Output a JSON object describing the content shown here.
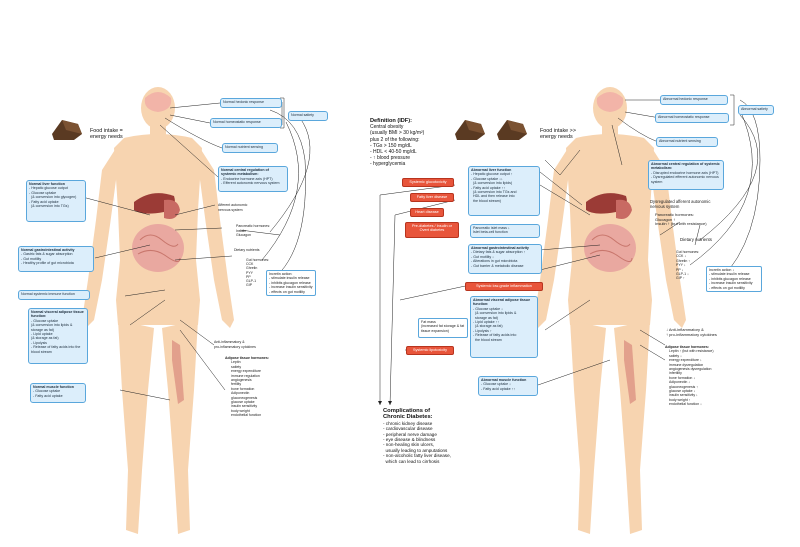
{
  "left": {
    "food_label": "Food intake =\nenergy needs",
    "hedonic": "Normal hedonic response",
    "homeostatic": "Normal homeostatic response",
    "satiety": "Normal satiety",
    "nutrient_sensing": "Normal nutrient sensing",
    "central_reg": {
      "title": "Normal central regulation of systemic metabolism:",
      "items": [
        "- Endocrine hormone axis (HPT)",
        "- Efferent autonomic nervous system"
      ]
    },
    "afferent": "Afferent autonomic\nnervous system",
    "liver": {
      "title": "Normal liver function",
      "items": [
        "- Hepatic glucose output",
        "- Glucose uptake",
        "  (& conversion into glycogen)",
        "- Fatty acid uptake",
        "  (& conversion into TGs)"
      ]
    },
    "pancreatic": "Pancreatic hormones:\nInsulin\nGlucagon",
    "dietary": "Dietary nutrients",
    "gi": {
      "title": "Normal gastrointestinal activity",
      "items": [
        "- Gastric fats & sugar absorption",
        "- Gut motility",
        "- Healthy profile of gut microbiota"
      ]
    },
    "gut_hormones": "Gut hormones:\nCCK\nGhrelin\nPYY\nPP\nGLP-1\nGIP",
    "incretin": {
      "title": "Incretin action:",
      "items": [
        "- stimulate insulin release",
        "- inhibits glucagon release",
        "- increase insulin sensitivity",
        "- effects on gut motility"
      ]
    },
    "inflammation": "Normal systemic immune function",
    "adipose": {
      "title": "Normal visceral adipose tissue function:",
      "items": [
        "- Glucose uptake",
        "  (& conversion into lipids & storage as fat)",
        "- Lipid uptake",
        "  (& storage as fat)",
        "- Lipolysis",
        "- Release of fatty acids into the blood stream"
      ]
    },
    "anti_inflam": "Anti-inflammatory &\npro-inflammatory cytokines",
    "adipose_hormones": {
      "title": "Adipose tissue hormones:",
      "items": [
        "Leptin",
        "satiety",
        "energy expenditure",
        "immune regulation",
        "angiogenesis",
        "fertility",
        "bone formation",
        "Adiponectin",
        "gluconeogenesis",
        "glucose uptake",
        "insulin sensitivity",
        "body weight",
        "endothelial function"
      ]
    },
    "muscle": {
      "title": "Normal muscle function",
      "items": [
        "- Glucose uptake",
        "- Fatty acid uptake"
      ]
    }
  },
  "right": {
    "definition": {
      "title": "Definition (IDF):",
      "lines": [
        "Central obesity",
        "(usually BMI > 30 kg/m²)",
        "plus 2 of the following:",
        "- TGs > 150 mg/dL",
        "- HDL < 40-50 mg/dL",
        "- ↑ blood pressure",
        "- hyperglycemia"
      ]
    },
    "food_label": "Food intake >>\nenergy needs",
    "hedonic": "Abnormal hedonic response",
    "homeostatic": "Abnormal homeostatic response",
    "satiety": "Abnormal satiety",
    "nutrient_sensing": "Abnormal nutrient sensing",
    "central_reg": {
      "title": "Abnormal central regulation of systemic metabolism:",
      "items": [
        "- Disrupted endocrine hormone axis (HPT)",
        "- Dysregulated efferent autonomic nervous system"
      ]
    },
    "dysregulated_afferent": "Dysregulated afferent autonomic\nnervous system",
    "red_boxes": [
      "Systemic glucotoxicity",
      "Fatty liver disease",
      "Heart disease",
      "Pre-diabetes / Insulin or Overt diabetes",
      "Systemic low-grade inflammation",
      "Systemic lipotoxicity"
    ],
    "liver": {
      "title": "Abnormal liver function",
      "items": [
        "- Hepatic glucose output ↑",
        "- Glucose uptake ↓↓",
        "  (& conversion into lipids)",
        "- Fatty acid uptake ↑↑",
        "  (& conversion into TGs and",
        "  HDL and then release into",
        "  the blood stream)"
      ]
    },
    "pancreatic": "Pancreatic hormones:\nGlucagon ↑\nInsulin ↑ (but with resistance)",
    "pancreatic_mass": "Pancreatic islet mass ↓\nIslet beta-cell function",
    "dietary": "Dietary nutrients",
    "gi": {
      "title": "Abnormal gastrointestinal activity",
      "items": [
        "- Dietary fats & sugar absorption ↑",
        "- Gut motility ↓",
        "- Alterations in gut microbiota",
        "- Gut barrier & metabolic disease"
      ]
    },
    "gut_hormones": "Gut hormones:\nCCK ↓\nGhrelin ↑\nPYY ↓\nPP ↓\nGLP-1 ↓\nGIP ↑",
    "incretin": {
      "title": "Incretin action ↓",
      "items": [
        "- stimulate insulin release",
        "- inhibits glucagon release",
        "- increase insulin sensitivity",
        "- effects on gut motility"
      ]
    },
    "fat_mass": "Fat mass\n(increased fat storage & fat\ntissue expansion)",
    "adipose": {
      "title": "Abnormal visceral adipose tissue function:",
      "items": [
        "- Glucose uptake ↓",
        "  (& conversion into lipids &",
        "  storage as fat)",
        "- Lipid uptake ↑↑",
        "  (& storage as fat)",
        "- Lipolysis ↑",
        "- Release of fatty acids into",
        "  the blood stream"
      ]
    },
    "anti_inflam": "↓ Anti-inflammatory &\n↑ pro-inflammatory cytokines",
    "adipose_hormones": {
      "title": "Adipose tissue hormones:",
      "items": [
        "Leptin ↑ (but with resistance)",
        "satiety ↓",
        "energy expenditure ↓",
        "immune dysregulation",
        "angiogenesis dysregulation",
        "infertility",
        "bone formation ↓",
        "Adiponectin ↓",
        "gluconeogenesis ↑",
        "glucose uptake ↓",
        "insulin sensitivity ↓",
        "body weight ↑",
        "endothelial function ↓"
      ]
    },
    "muscle": {
      "title": "Abnormal muscle function",
      "items": [
        "- Glucose uptake ↓",
        "- Fatty acid uptake ↑↑"
      ]
    },
    "complications": {
      "title": "Complications of\nChronic Diabetes:",
      "items": [
        "- chronic kidney disease",
        "- cardiovascular disease",
        "- peripheral nerve damage",
        "- eye disease & blindness",
        "- non-healing skin ulcers,",
        "  usually leading to amputations",
        "- non-alcoholic fatty liver disease,",
        "  which can lead to cirrhosis"
      ]
    }
  },
  "colors": {
    "box_fill": "#dceefb",
    "box_border": "#5aa7dc",
    "alert": "#e8553b",
    "skin": "#f7d4b0",
    "liver": "#9b3b36",
    "intestine": "#e9a8a0"
  }
}
